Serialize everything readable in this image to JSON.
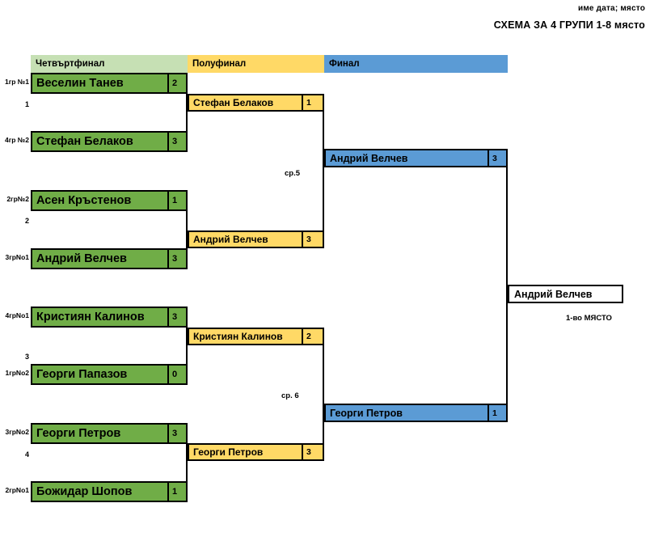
{
  "captions": {
    "meta": "име дата; място",
    "title": "СХЕМА ЗА 4 ГРУПИ   1-8 място"
  },
  "rounds": {
    "quarterfinal": {
      "label": "Четвъртфинал",
      "color": "#c6e0b4"
    },
    "semifinal": {
      "label": "Полуфинал",
      "color": "#ffd966"
    },
    "final": {
      "label": "Финал",
      "color": "#5b9bd5"
    }
  },
  "quarterfinals": [
    {
      "seed": "1гр №1",
      "name": "Веселин Танев",
      "score": "2"
    },
    {
      "seed": "4гр №2",
      "name": "Стефан Белаков",
      "score": "3"
    },
    {
      "seed": "2гр№2",
      "name": "Асен Кръстенов",
      "score": "1"
    },
    {
      "seed": "3грNo1",
      "name": "Андрий Велчев",
      "score": "3"
    },
    {
      "seed": "4грNo1",
      "name": "Кристиян Калинов",
      "score": "3"
    },
    {
      "seed": "1грNo2",
      "name": "Георги Папазов",
      "score": "0"
    },
    {
      "seed": "3грNo2",
      "name": "Георги Петров",
      "score": "3"
    },
    {
      "seed": "2грNo1",
      "name": "Божидар Шопов",
      "score": "1"
    }
  ],
  "match_indexes": [
    "1",
    "2",
    "3",
    "4"
  ],
  "semifinals": [
    {
      "name": "Стефан Белаков",
      "score": "1"
    },
    {
      "name": "Андрий Велчев",
      "score": "3"
    },
    {
      "name": "Кристиян Калинов",
      "score": "2"
    },
    {
      "name": "Георги Петров",
      "score": "3"
    }
  ],
  "semifinal_notes": [
    "ср.5",
    "ср. 6"
  ],
  "finals": [
    {
      "name": "Андрий Велчев",
      "score": "3"
    },
    {
      "name": "Георги Петров",
      "score": "1"
    }
  ],
  "champion": {
    "name": "Андрий Велчев",
    "place_label": "1-во МЯСТО"
  }
}
